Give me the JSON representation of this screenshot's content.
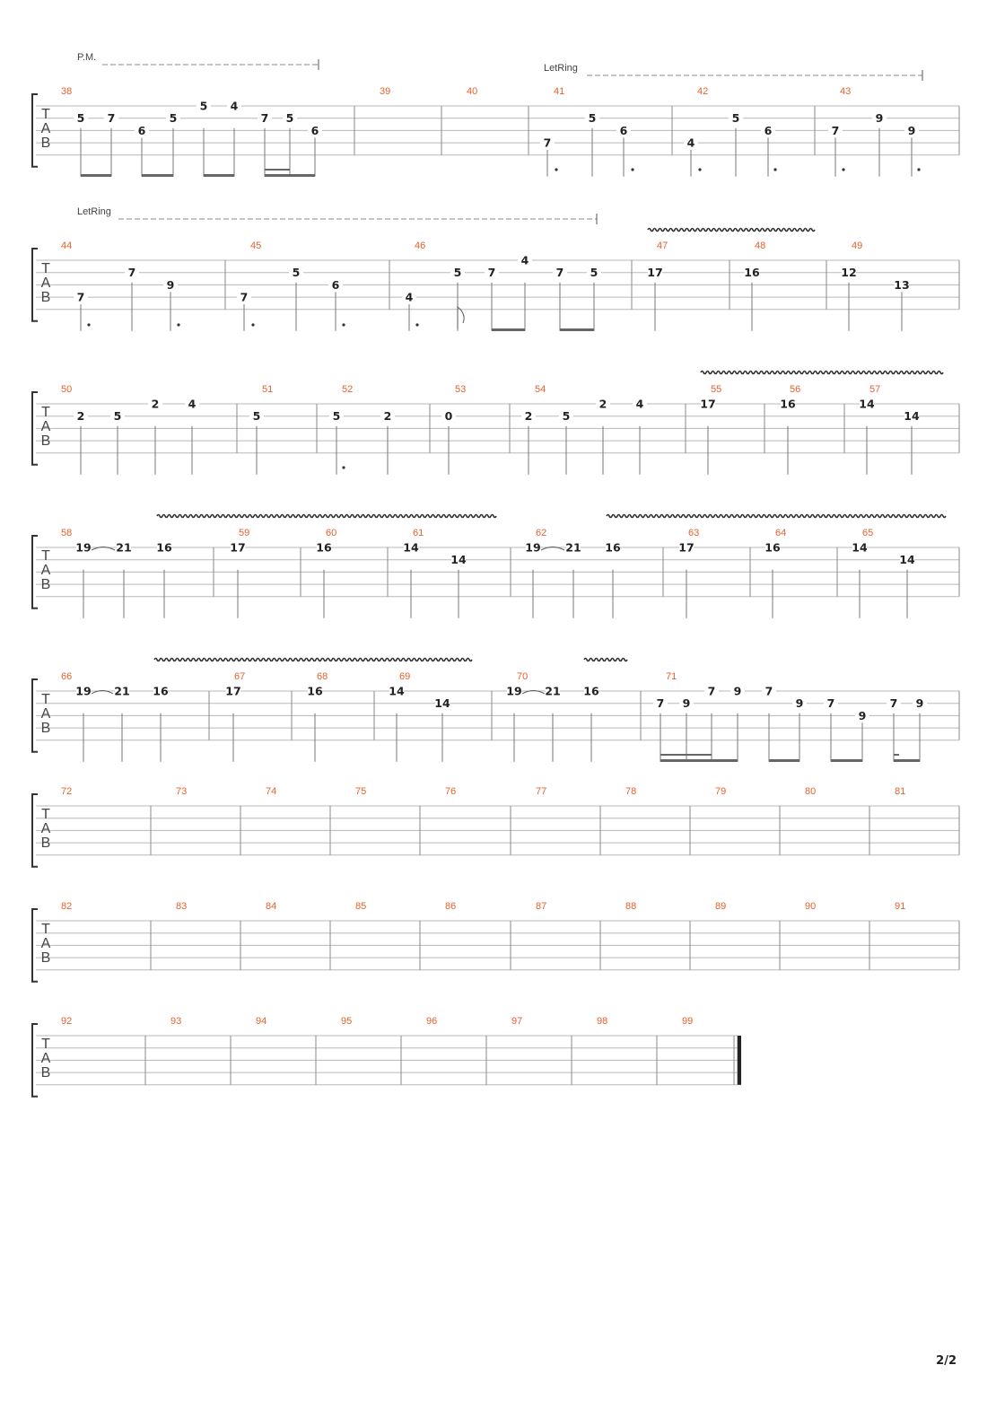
{
  "page": {
    "number": "2/2"
  },
  "labels": {
    "tab": [
      "T",
      "A",
      "B"
    ],
    "palm_mute": "P.M.",
    "let_ring": "LetRing"
  },
  "colors": {
    "measure_number": "#e8602c",
    "line": "#999999",
    "text": "#222222"
  },
  "systems": [
    {
      "measures": [
        {
          "n": "38",
          "notes": [
            [
              1,
              "5"
            ],
            [
              1,
              "7"
            ],
            [
              2,
              "6"
            ],
            [
              1,
              "5"
            ],
            [
              0,
              "5"
            ],
            [
              0,
              "4"
            ],
            [
              1,
              "7"
            ],
            [
              1,
              "5"
            ],
            [
              2,
              "6"
            ]
          ]
        },
        {
          "n": "39",
          "notes": []
        },
        {
          "n": "40",
          "notes": []
        },
        {
          "n": "41",
          "notes": [
            [
              3,
              "7"
            ],
            [
              1,
              "5"
            ],
            [
              2,
              "6"
            ]
          ]
        },
        {
          "n": "42",
          "notes": [
            [
              3,
              "4"
            ],
            [
              1,
              "5"
            ],
            [
              2,
              "6"
            ]
          ]
        },
        {
          "n": "43",
          "notes": [
            [
              2,
              "7"
            ],
            [
              1,
              "9"
            ],
            [
              2,
              "9"
            ]
          ]
        }
      ]
    },
    {
      "measures": [
        {
          "n": "44",
          "notes": [
            [
              3,
              "7"
            ],
            [
              1,
              "7"
            ],
            [
              2,
              "9"
            ]
          ]
        },
        {
          "n": "45",
          "notes": [
            [
              3,
              "7"
            ],
            [
              1,
              "5"
            ],
            [
              2,
              "6"
            ]
          ]
        },
        {
          "n": "46",
          "notes": [
            [
              3,
              "4"
            ],
            [
              1,
              "5"
            ],
            [
              1,
              "7"
            ],
            [
              0,
              "4"
            ],
            [
              1,
              "7"
            ],
            [
              1,
              "5"
            ]
          ]
        },
        {
          "n": "47",
          "notes": [
            [
              1,
              "17"
            ]
          ]
        },
        {
          "n": "48",
          "notes": [
            [
              1,
              "16"
            ]
          ]
        },
        {
          "n": "49",
          "notes": [
            [
              1,
              "12"
            ],
            [
              2,
              "13"
            ]
          ]
        }
      ]
    },
    {
      "measures": [
        {
          "n": "50",
          "notes": [
            [
              1,
              "2"
            ],
            [
              1,
              "5"
            ],
            [
              0,
              "2"
            ],
            [
              0,
              "4"
            ]
          ]
        },
        {
          "n": "51",
          "notes": [
            [
              1,
              "5"
            ]
          ]
        },
        {
          "n": "52",
          "notes": [
            [
              1,
              "5"
            ],
            [
              1,
              "2"
            ]
          ]
        },
        {
          "n": "53",
          "notes": [
            [
              1,
              "0"
            ]
          ]
        },
        {
          "n": "54",
          "notes": [
            [
              1,
              "2"
            ],
            [
              1,
              "5"
            ],
            [
              0,
              "2"
            ],
            [
              0,
              "4"
            ]
          ]
        },
        {
          "n": "55",
          "notes": [
            [
              0,
              "17"
            ]
          ]
        },
        {
          "n": "56",
          "notes": [
            [
              0,
              "16"
            ]
          ]
        },
        {
          "n": "57",
          "notes": [
            [
              0,
              "14"
            ],
            [
              1,
              "14"
            ]
          ]
        }
      ]
    },
    {
      "measures": [
        {
          "n": "58",
          "notes": [
            [
              0,
              "19"
            ],
            [
              0,
              "21"
            ],
            [
              0,
              "16"
            ]
          ]
        },
        {
          "n": "59",
          "notes": [
            [
              0,
              "17"
            ]
          ]
        },
        {
          "n": "60",
          "notes": [
            [
              0,
              "16"
            ]
          ]
        },
        {
          "n": "61",
          "notes": [
            [
              0,
              "14"
            ],
            [
              1,
              "14"
            ]
          ]
        },
        {
          "n": "62",
          "notes": [
            [
              0,
              "19"
            ],
            [
              0,
              "21"
            ],
            [
              0,
              "16"
            ]
          ]
        },
        {
          "n": "63",
          "notes": [
            [
              0,
              "17"
            ]
          ]
        },
        {
          "n": "64",
          "notes": [
            [
              0,
              "16"
            ]
          ]
        },
        {
          "n": "65",
          "notes": [
            [
              0,
              "14"
            ],
            [
              1,
              "14"
            ]
          ]
        }
      ]
    },
    {
      "measures": [
        {
          "n": "66",
          "notes": [
            [
              0,
              "19"
            ],
            [
              0,
              "21"
            ],
            [
              0,
              "16"
            ]
          ]
        },
        {
          "n": "67",
          "notes": [
            [
              0,
              "17"
            ]
          ]
        },
        {
          "n": "68",
          "notes": [
            [
              0,
              "16"
            ]
          ]
        },
        {
          "n": "69",
          "notes": [
            [
              0,
              "14"
            ],
            [
              1,
              "14"
            ]
          ]
        },
        {
          "n": "70",
          "notes": [
            [
              0,
              "19"
            ],
            [
              0,
              "21"
            ],
            [
              0,
              "16"
            ]
          ]
        },
        {
          "n": "71",
          "notes": [
            [
              1,
              "7"
            ],
            [
              1,
              "9"
            ],
            [
              0,
              "7"
            ],
            [
              0,
              "9"
            ],
            [
              0,
              "7"
            ],
            [
              1,
              "9"
            ],
            [
              1,
              "7"
            ],
            [
              2,
              "9"
            ],
            [
              1,
              "7"
            ],
            [
              1,
              "9"
            ]
          ]
        }
      ]
    },
    {
      "measures": [
        {
          "n": "72",
          "notes": []
        },
        {
          "n": "73",
          "notes": []
        },
        {
          "n": "74",
          "notes": []
        },
        {
          "n": "75",
          "notes": []
        },
        {
          "n": "76",
          "notes": []
        },
        {
          "n": "77",
          "notes": []
        },
        {
          "n": "78",
          "notes": []
        },
        {
          "n": "79",
          "notes": []
        },
        {
          "n": "80",
          "notes": []
        },
        {
          "n": "81",
          "notes": []
        }
      ]
    },
    {
      "measures": [
        {
          "n": "82",
          "notes": []
        },
        {
          "n": "83",
          "notes": []
        },
        {
          "n": "84",
          "notes": []
        },
        {
          "n": "85",
          "notes": []
        },
        {
          "n": "86",
          "notes": []
        },
        {
          "n": "87",
          "notes": []
        },
        {
          "n": "88",
          "notes": []
        },
        {
          "n": "89",
          "notes": []
        },
        {
          "n": "90",
          "notes": []
        },
        {
          "n": "91",
          "notes": []
        }
      ]
    },
    {
      "measures": [
        {
          "n": "92",
          "notes": []
        },
        {
          "n": "93",
          "notes": []
        },
        {
          "n": "94",
          "notes": []
        },
        {
          "n": "95",
          "notes": []
        },
        {
          "n": "96",
          "notes": []
        },
        {
          "n": "97",
          "notes": []
        },
        {
          "n": "98",
          "notes": []
        },
        {
          "n": "99",
          "notes": []
        }
      ]
    }
  ]
}
